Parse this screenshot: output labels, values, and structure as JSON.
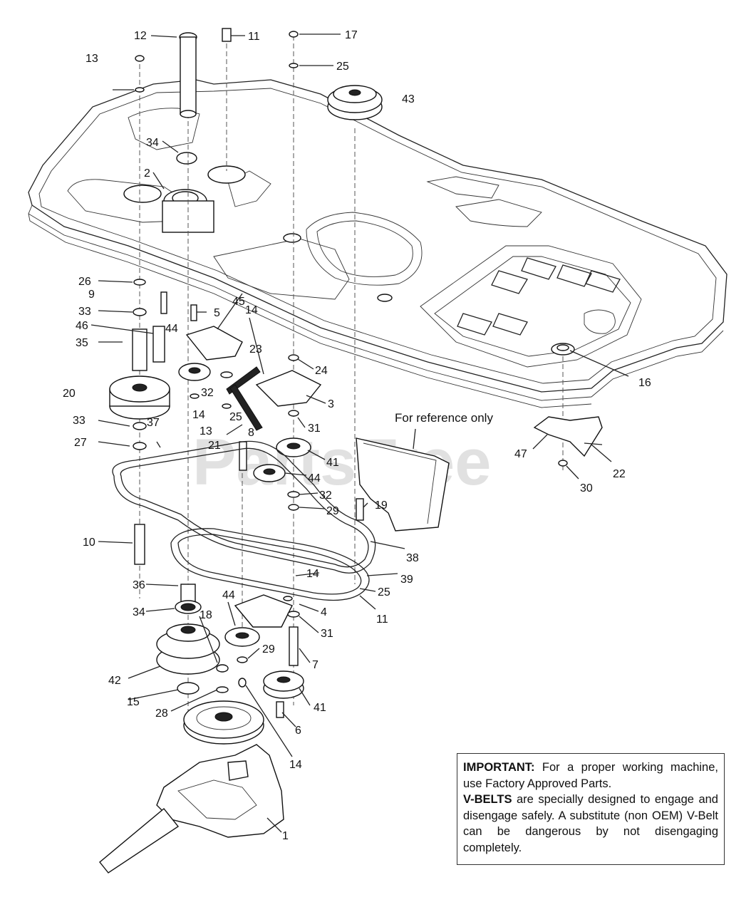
{
  "watermark": "PartsTree",
  "reference_note": "For reference only",
  "callouts": [
    "12",
    "11",
    "17",
    "13",
    "25",
    "43",
    "34",
    "2",
    "26",
    "9",
    "33",
    "46",
    "35",
    "45",
    "5",
    "14",
    "44",
    "23",
    "24",
    "20",
    "32",
    "3",
    "14",
    "25",
    "33",
    "37",
    "13",
    "21",
    "8",
    "31",
    "27",
    "41",
    "44",
    "22",
    "47",
    "32",
    "29",
    "19",
    "30",
    "10",
    "38",
    "39",
    "14",
    "25",
    "11",
    "36",
    "34",
    "44",
    "18",
    "4",
    "31",
    "29",
    "7",
    "42",
    "41",
    "15",
    "28",
    "6",
    "14",
    "1",
    "16"
  ],
  "notice": {
    "heading": "IMPORTANT:",
    "text1": " For a proper working machine, use Factory Approved Parts.",
    "belts_heading": "V-BELTS",
    "text2": " are specially designed to engage and disengage safely. A substitute (non OEM) V-Belt can be dangerous by not disengaging completely."
  }
}
